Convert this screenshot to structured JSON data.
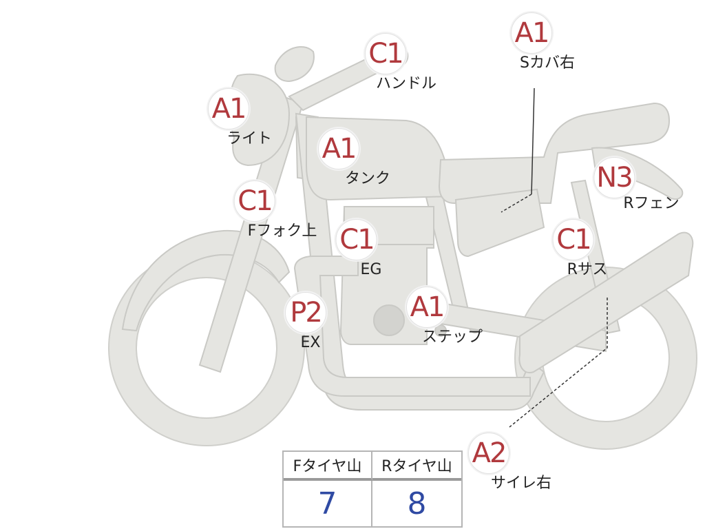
{
  "callouts": [
    {
      "id": "light",
      "grade": "A1",
      "label": "ライト"
    },
    {
      "id": "handle",
      "grade": "C1",
      "label": "ハンドル"
    },
    {
      "id": "scover",
      "grade": "A1",
      "label": "Sカバ右"
    },
    {
      "id": "tank",
      "grade": "A1",
      "label": "タンク"
    },
    {
      "id": "rfender",
      "grade": "N3",
      "label": "Rフェン"
    },
    {
      "id": "ffork",
      "grade": "C1",
      "label": "Fフォク上"
    },
    {
      "id": "engine",
      "grade": "C1",
      "label": "EG"
    },
    {
      "id": "rsus",
      "grade": "C1",
      "label": "Rサス"
    },
    {
      "id": "exhaust",
      "grade": "P2",
      "label": "EX"
    },
    {
      "id": "step",
      "grade": "A1",
      "label": "ステップ"
    },
    {
      "id": "muffler",
      "grade": "A2",
      "label": "サイレ右"
    }
  ],
  "tread_table": {
    "front_header": "Fタイヤ山",
    "rear_header": "Rタイヤ山",
    "front_value": "7",
    "rear_value": "8"
  },
  "colors": {
    "grade_text": "#b0393d",
    "tread_value": "#2f4aa3",
    "bike_fill": "#e5e5e1"
  }
}
